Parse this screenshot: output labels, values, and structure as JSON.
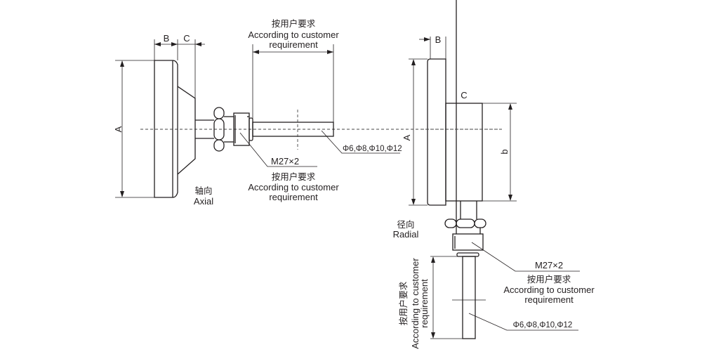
{
  "title": "Bimetal thermometer dimension drawing",
  "axial_view": {
    "dimension_labels": {
      "A": "A",
      "B": "B",
      "C": "C"
    },
    "insertion_length_top": {
      "cn": "按用户要求",
      "en_line1": "According to customer",
      "en_line2": "requirement"
    },
    "thread_label": "M27×2",
    "thread_note": {
      "cn": "按用户要求",
      "en_line1": "According to customer",
      "en_line2": "requirement"
    },
    "stem_diameters": "Φ6,Φ8,Φ10,Φ12",
    "view_name": {
      "cn": "轴向",
      "en": "Axial"
    }
  },
  "radial_view": {
    "dimension_labels": {
      "A": "A",
      "B": "B",
      "C": "C",
      "b": "b"
    },
    "view_name": {
      "cn": "径向",
      "en": "Radial"
    },
    "thread_label": "M27×2",
    "thread_note": {
      "cn": "按用户要求",
      "en_line1": "According to customer",
      "en_line2": "requirement"
    },
    "stem_diameters": "Φ6,Φ8,Φ10,Φ12",
    "insertion_length_side": {
      "cn": "按用户要求",
      "en_line1": "According to customer",
      "en_line2": "requirement"
    }
  }
}
